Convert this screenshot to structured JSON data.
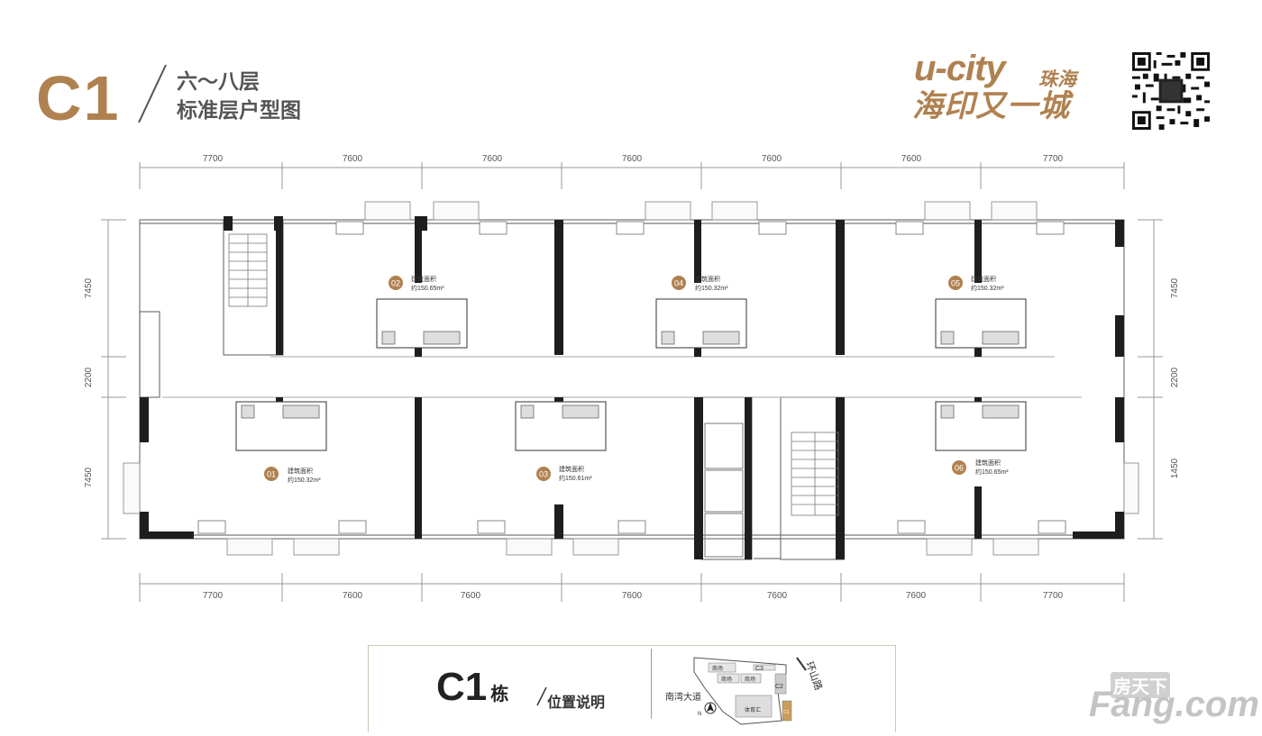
{
  "header": {
    "building": "C1",
    "floors_line1": "六～八层",
    "floors_line2": "标准层户型图"
  },
  "logo": {
    "latin": "u-city",
    "city": "珠海",
    "name": "海印又一城"
  },
  "dimensions": {
    "top": [
      "7700",
      "7600",
      "7600",
      "7600",
      "7600",
      "7600",
      "7700"
    ],
    "bottom": [
      "7700",
      "7600",
      "7600",
      "7600",
      "7600",
      "7600",
      "7700"
    ],
    "left": [
      "7450",
      "2200",
      "7450"
    ],
    "right": [
      "7450",
      "2200",
      "1450"
    ]
  },
  "units": [
    {
      "no": "01",
      "label": "建筑面积",
      "area": "约150.32m²"
    },
    {
      "no": "02",
      "label": "建筑面积",
      "area": "约150.65m²"
    },
    {
      "no": "03",
      "label": "建筑面积",
      "area": "约150.61m²"
    },
    {
      "no": "04",
      "label": "建筑面积",
      "area": "约150.32m²"
    },
    {
      "no": "05",
      "label": "建筑面积",
      "area": "约150.32m²"
    },
    {
      "no": "06",
      "label": "建筑面积",
      "area": "约150.65m²"
    }
  ],
  "location": {
    "building": "C1",
    "building_suffix": "栋",
    "title": "位置说明",
    "map_labels": {
      "mall1": "商场",
      "mall2": "商场",
      "mall3": "商场",
      "c3": "C3",
      "c2": "C2",
      "c1": "C1",
      "road_east": "环山路",
      "road_south": "南湾大道",
      "stadium": "体育汇",
      "north": "N"
    }
  },
  "watermark": {
    "cn": "房天下",
    "latin": "Fang.com"
  }
}
